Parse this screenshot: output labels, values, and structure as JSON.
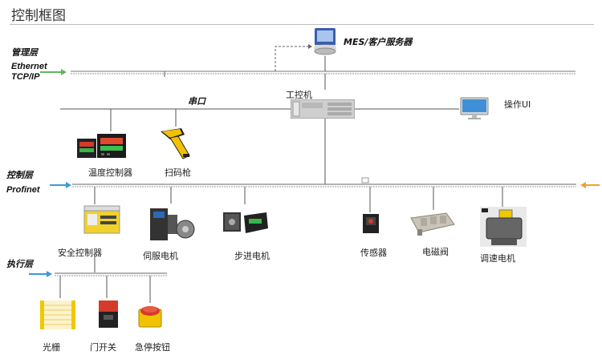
{
  "title": "控制框图",
  "layers": {
    "management": {
      "name": "管理层",
      "protocol_1": "Ethernet",
      "protocol_2": "TCP/IP"
    },
    "control": {
      "name": "控制层",
      "protocol": "Profinet"
    },
    "execution": {
      "name": "执行层"
    }
  },
  "nodes": {
    "mes_server": "MES/客户服务器",
    "serial_port": "串口",
    "industrial_pc": "工控机",
    "operator_ui": "操作UI",
    "temp_controller": "温度控制器",
    "barcode_scanner": "扫码枪",
    "safety_controller": "安全控制器",
    "servo_motor": "伺服电机",
    "stepper_motor": "步进电机",
    "sensor": "传感器",
    "solenoid_valve": "电磁阀",
    "speed_motor": "调速电机",
    "light_curtain": "光栅",
    "door_switch": "门开关",
    "estop_button": "急停按钮"
  },
  "colors": {
    "ethernet_arrow": "#5cb85c",
    "profinet_arrow_left": "#3a9ad9",
    "profinet_arrow_right": "#f0a030",
    "execution_arrow": "#3a9ad9"
  }
}
